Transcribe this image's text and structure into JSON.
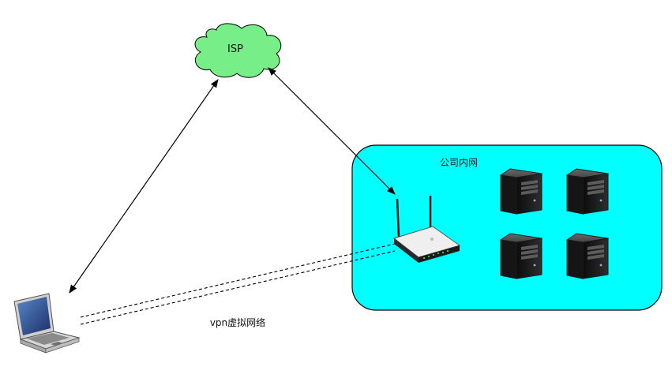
{
  "cloud": {
    "label": "ISP"
  },
  "intranet": {
    "label": "公司内网"
  },
  "vpn": {
    "label": "vpn虚拟网络"
  },
  "colors": {
    "cloud_fill": "#77ee88",
    "intranet_fill": "#00ffff",
    "line": "#000000"
  },
  "icons": {
    "laptop": "laptop-icon",
    "router": "wireless-router-icon",
    "servers": [
      "server-icon",
      "server-icon",
      "server-icon",
      "server-icon"
    ]
  }
}
